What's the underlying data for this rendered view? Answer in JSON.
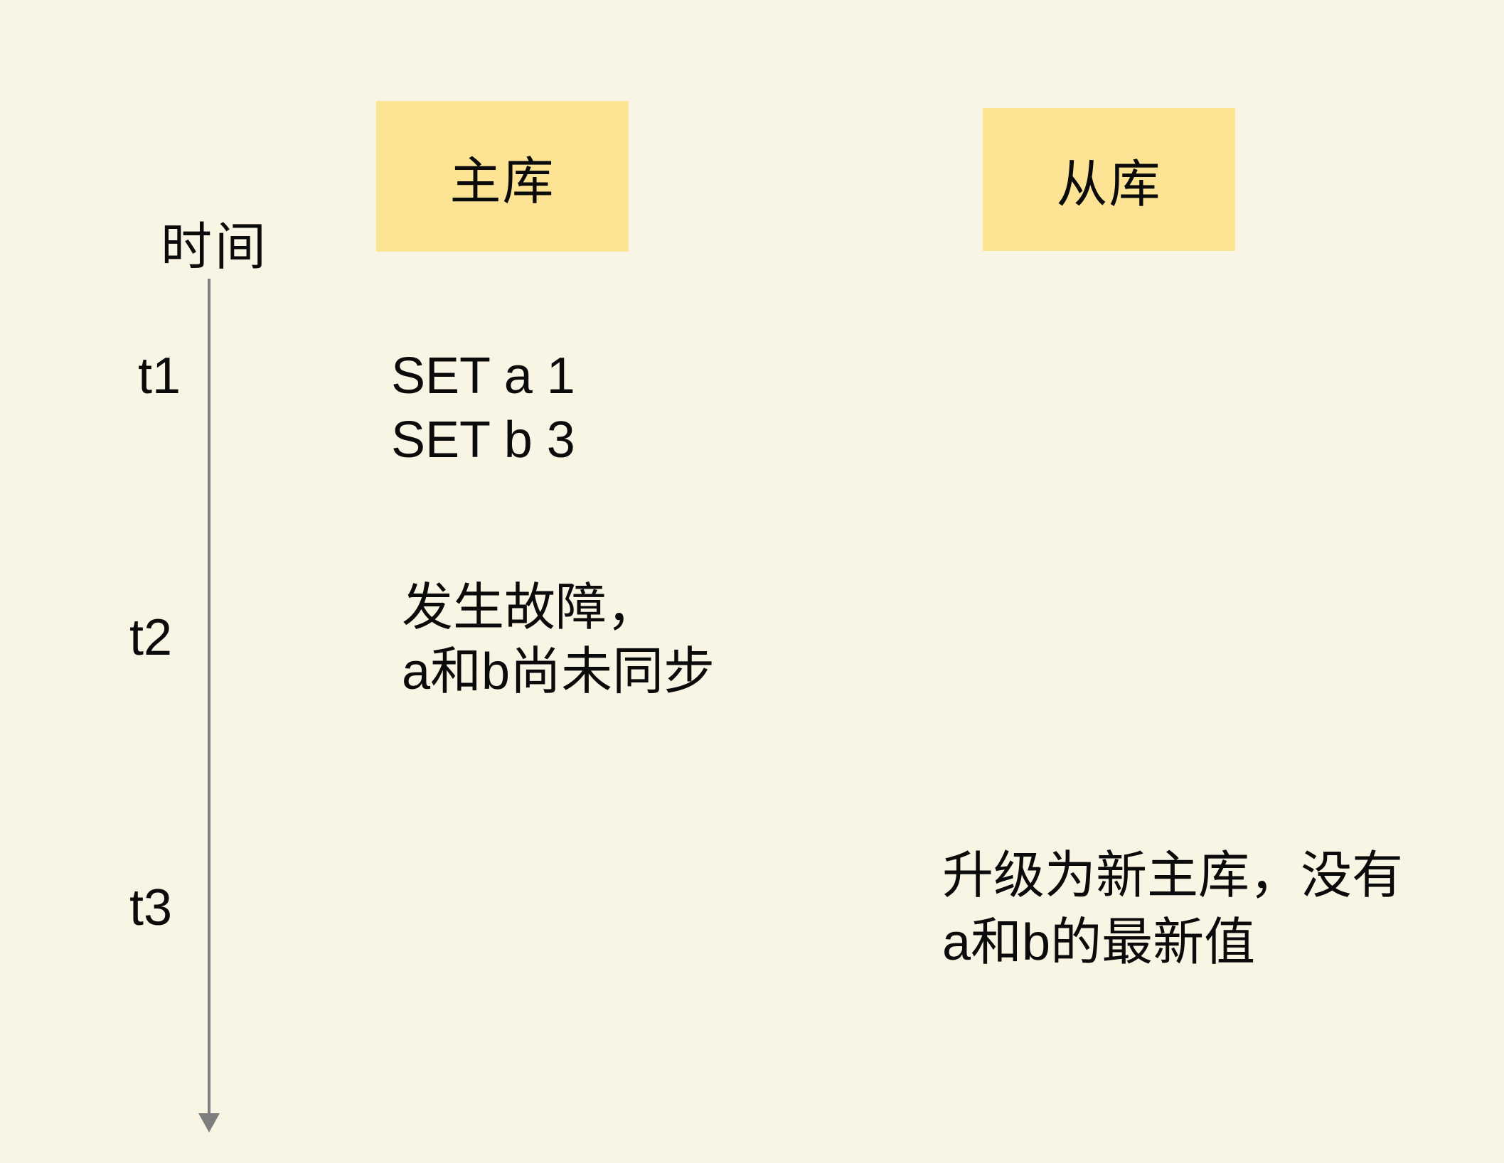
{
  "colors": {
    "background": "#F9F5E5",
    "box_yellow": "#FCE494",
    "timeline_gray": "#7E7E7E",
    "text": "#0B0B0B"
  },
  "columns": {
    "master": {
      "label": "主库"
    },
    "replica": {
      "label": "从库"
    }
  },
  "timeline": {
    "axis_label": "时间",
    "markers": [
      "t1",
      "t2",
      "t3"
    ]
  },
  "events": [
    {
      "time": "t1",
      "column": "master",
      "lines": [
        "SET a 1",
        "SET b 3"
      ]
    },
    {
      "time": "t2",
      "column": "master",
      "lines": [
        "发生故障，",
        "a和b尚未同步"
      ]
    },
    {
      "time": "t3",
      "column": "replica",
      "lines": [
        "升级为新主库，没有",
        "a和b的最新值"
      ]
    }
  ]
}
